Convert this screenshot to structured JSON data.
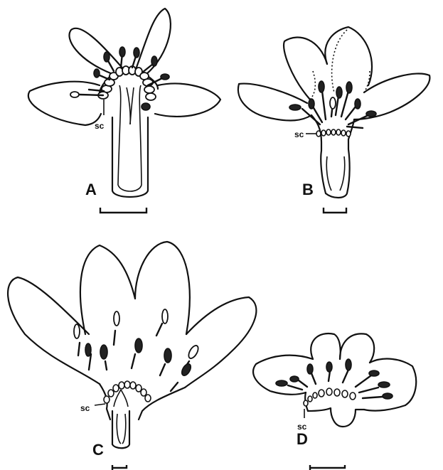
{
  "figure": {
    "panels": [
      {
        "id": "A",
        "label": "A",
        "structure_label": "sc"
      },
      {
        "id": "B",
        "label": "B",
        "structure_label": "sc"
      },
      {
        "id": "C",
        "label": "C",
        "structure_label": "sc"
      },
      {
        "id": "D",
        "label": "D",
        "structure_label": "sc"
      }
    ]
  }
}
